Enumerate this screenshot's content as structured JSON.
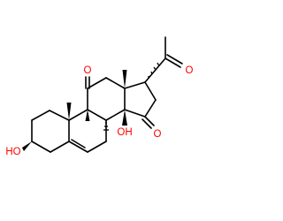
{
  "molecule": {
    "labels": {
      "o11": "O",
      "o15": "O",
      "o21": "O",
      "oh3": "HO",
      "oh14": "OH"
    },
    "colors": {
      "bond": "#000000",
      "oxygen": "#ff0000"
    }
  }
}
